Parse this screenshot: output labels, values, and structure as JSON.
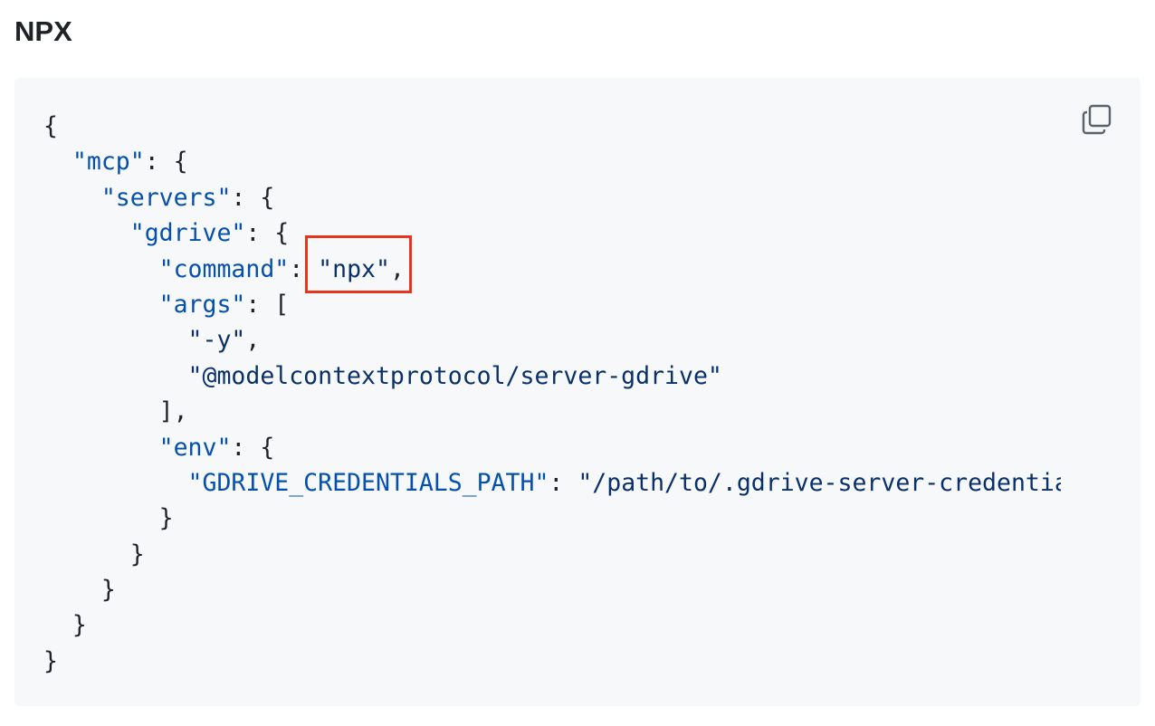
{
  "heading": "NPX",
  "copy_button": {
    "icon": "copy-icon"
  },
  "code": {
    "brace_open": "{",
    "mcp_key": "\"mcp\"",
    "servers_key": "\"servers\"",
    "gdrive_key": "\"gdrive\"",
    "command_key": "\"command\"",
    "command_value": "\"npx\"",
    "args_key": "\"args\"",
    "arg_y": "\"-y\"",
    "arg_package": "\"@modelcontextprotocol/server-gdrive\"",
    "env_key": "\"env\"",
    "credentials_key": "\"GDRIVE_CREDENTIALS_PATH\"",
    "credentials_value": "\"/path/to/.gdrive-server-credentials.json\"",
    "brace_close": "}"
  },
  "highlight": {
    "color": "#e8341c"
  },
  "colors": {
    "key": "#0550ae",
    "string": "#0a3069",
    "background": "#f6f8fa"
  }
}
